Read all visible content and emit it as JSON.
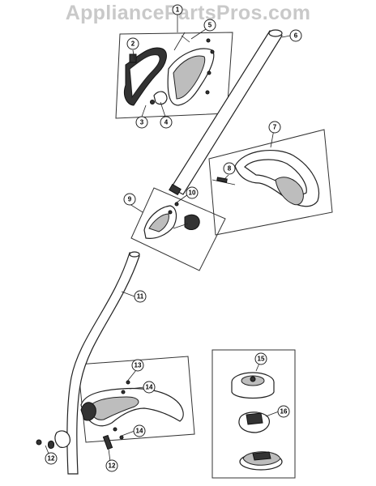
{
  "watermark": "AppliancePartsPros.com",
  "callouts": [
    "1",
    "2",
    "3",
    "4",
    "5",
    "6",
    "7",
    "8",
    "9",
    "10",
    "11",
    "12",
    "12",
    "13",
    "14",
    "14",
    "15",
    "16"
  ]
}
